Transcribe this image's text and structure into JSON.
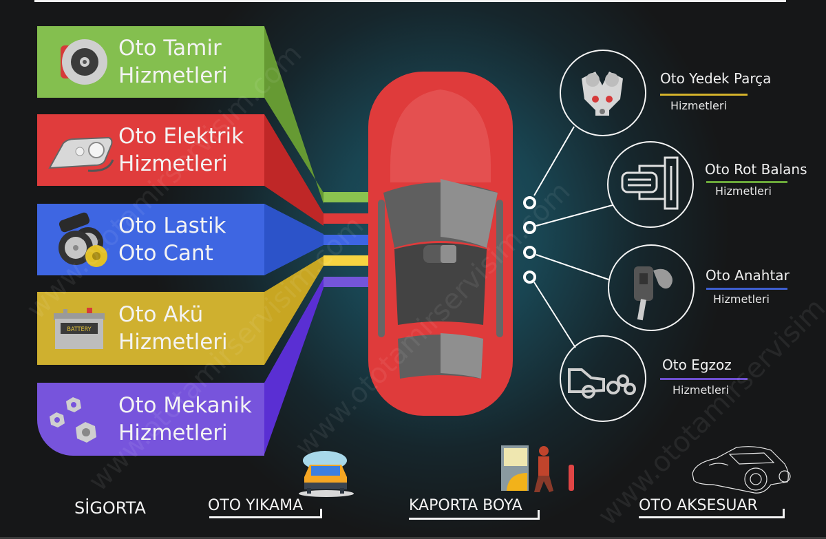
{
  "left_panels": [
    {
      "line1": "Oto Tamir",
      "line2": "Hizmetleri",
      "icon": "brake-disc-icon",
      "color": "#84bf4f",
      "dark": "#669a33"
    },
    {
      "line1": "Oto Elektrik",
      "line2": "Hizmetleri",
      "icon": "headlight-icon",
      "color": "#e03c3c",
      "dark": "#bf2727"
    },
    {
      "line1": "Oto Lastik",
      "line2": "Oto Cant",
      "icon": "tires-rims-icon",
      "color": "#3e66e2",
      "dark": "#2c53c9"
    },
    {
      "line1": "Oto Akü",
      "line2": "Hizmetleri",
      "icon": "battery-icon",
      "color": "#cfb02f",
      "dark": "#c8a622"
    },
    {
      "line1": "Oto Mekanik",
      "line2": "Hizmetleri",
      "icon": "nuts-icon",
      "color": "#7754dc",
      "dark": "#5a2fd3"
    }
  ],
  "battery_label": "BATTERY",
  "strip_colors": [
    "#8bc34f",
    "#e03a3a",
    "#3d65e3",
    "#f6d441",
    "#7455d9"
  ],
  "right_services": [
    {
      "title": "Oto Yedek Parça",
      "sub": "Hizmetleri",
      "icon": "engine-icon",
      "underline": "#d5b32b"
    },
    {
      "title": "Oto Rot Balans",
      "sub": "Hizmetleri",
      "icon": "wheel-alignment-icon",
      "underline": "#6ba83a"
    },
    {
      "title": "Oto Anahtar",
      "sub": "Hizmetleri",
      "icon": "car-key-icon",
      "underline": "#3e5fd0"
    },
    {
      "title": "Oto Egzoz",
      "sub": "Hizmetleri",
      "icon": "exhaust-icon",
      "underline": "#6e4fd0"
    }
  ],
  "bottom_items": [
    {
      "label": "SİGORTA",
      "icon": null
    },
    {
      "label": "OTO YIKAMA",
      "icon": "car-wash-icon"
    },
    {
      "label": "KAPORTA BOYA",
      "icon": "paint-worker-icon"
    },
    {
      "label": "OTO AKSESUAR",
      "icon": "sports-car-outline-icon"
    }
  ],
  "watermark": "www.ototamirservisim.com"
}
